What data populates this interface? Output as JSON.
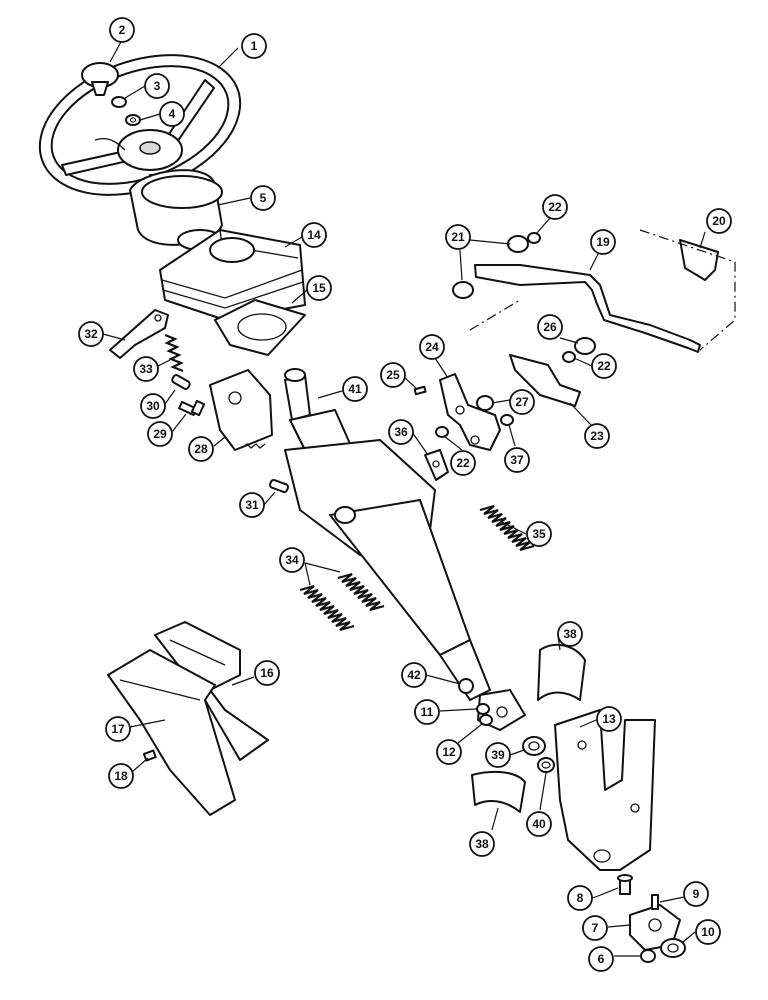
{
  "callouts": [
    {
      "id": "c1",
      "label": "1"
    },
    {
      "id": "c2",
      "label": "2"
    },
    {
      "id": "c3",
      "label": "3"
    },
    {
      "id": "c4",
      "label": "4"
    },
    {
      "id": "c5",
      "label": "5"
    },
    {
      "id": "c14",
      "label": "14"
    },
    {
      "id": "c15",
      "label": "15"
    },
    {
      "id": "c32",
      "label": "32"
    },
    {
      "id": "c33",
      "label": "33"
    },
    {
      "id": "c30",
      "label": "30"
    },
    {
      "id": "c29",
      "label": "29"
    },
    {
      "id": "c28",
      "label": "28"
    },
    {
      "id": "c31",
      "label": "31"
    },
    {
      "id": "c41",
      "label": "41"
    },
    {
      "id": "c34",
      "label": "34"
    },
    {
      "id": "c35",
      "label": "35"
    },
    {
      "id": "c16",
      "label": "16"
    },
    {
      "id": "c17",
      "label": "17"
    },
    {
      "id": "c18",
      "label": "18"
    },
    {
      "id": "c21",
      "label": "21"
    },
    {
      "id": "c22a",
      "label": "22"
    },
    {
      "id": "c20",
      "label": "20"
    },
    {
      "id": "c19",
      "label": "19"
    },
    {
      "id": "c26",
      "label": "26"
    },
    {
      "id": "c22b",
      "label": "22"
    },
    {
      "id": "c24",
      "label": "24"
    },
    {
      "id": "c25",
      "label": "25"
    },
    {
      "id": "c27",
      "label": "27"
    },
    {
      "id": "c23",
      "label": "23"
    },
    {
      "id": "c36",
      "label": "36"
    },
    {
      "id": "c22c",
      "label": "22"
    },
    {
      "id": "c37",
      "label": "37"
    },
    {
      "id": "c42",
      "label": "42"
    },
    {
      "id": "c11",
      "label": "11"
    },
    {
      "id": "c12",
      "label": "12"
    },
    {
      "id": "c39",
      "label": "39"
    },
    {
      "id": "c38a",
      "label": "38"
    },
    {
      "id": "c13",
      "label": "13"
    },
    {
      "id": "c38b",
      "label": "38"
    },
    {
      "id": "c40",
      "label": "40"
    },
    {
      "id": "c8",
      "label": "8"
    },
    {
      "id": "c9",
      "label": "9"
    },
    {
      "id": "c7",
      "label": "7"
    },
    {
      "id": "c10",
      "label": "10"
    },
    {
      "id": "c6",
      "label": "6"
    }
  ]
}
